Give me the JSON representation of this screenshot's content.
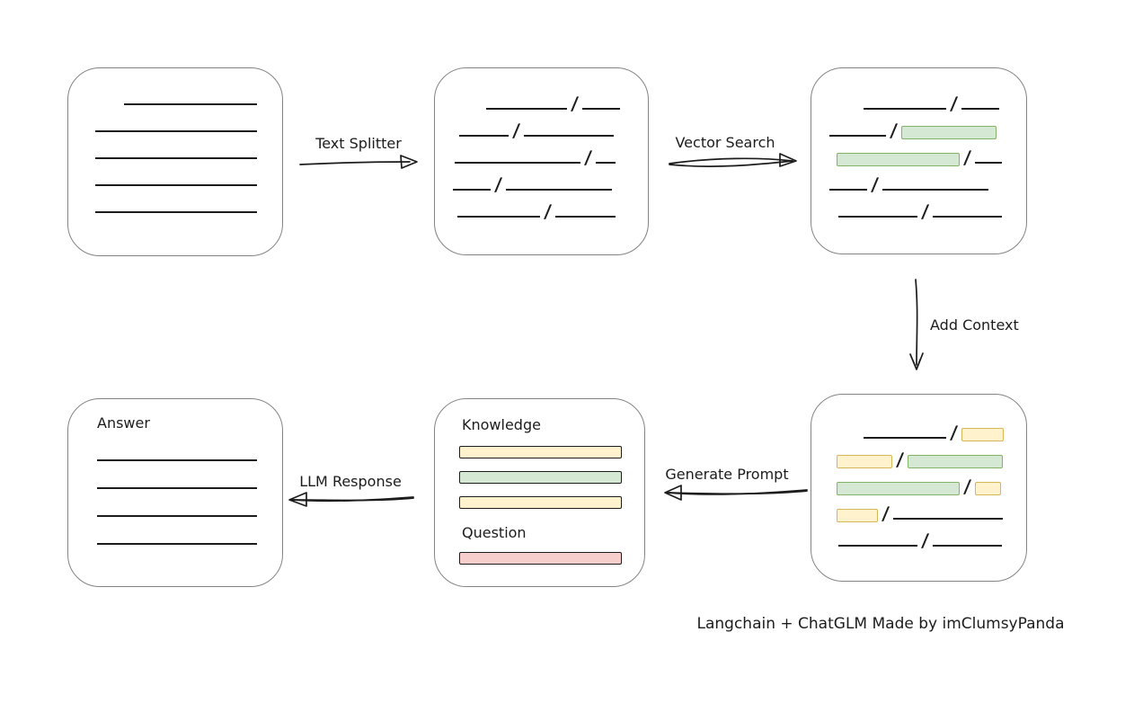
{
  "title": "Langchain + ChatGLM workflow diagram",
  "colors": {
    "line": "#1c1c1c",
    "box_border": "#848484",
    "green_fill": "#d5e8d4",
    "green_border": "#82b366",
    "yellow_fill": "#fff2cc",
    "yellow_border": "#d6b656",
    "red_fill": "#f8cecc",
    "red_border": "#b85450"
  },
  "arrows": {
    "text_splitter": {
      "label": "Text Splitter",
      "direction": "right"
    },
    "vector_search": {
      "label": "Vector Search",
      "direction": "right"
    },
    "add_context": {
      "label": "Add Context",
      "direction": "down"
    },
    "generate_prompt": {
      "label": "Generate Prompt",
      "direction": "left"
    },
    "llm_response": {
      "label": "LLM Response",
      "direction": "left"
    }
  },
  "boxes": {
    "prompt": {
      "knowledge_label": "Knowledge",
      "question_label": "Question"
    },
    "answer": {
      "title": "Answer"
    }
  },
  "footer": {
    "credit": "Langchain + ChatGLM Made by imClumsyPanda"
  },
  "diagram_rows": {
    "source_document": [
      [
        {
          "t": "line",
          "w": 148,
          "ml": 62
        }
      ],
      [
        {
          "t": "line",
          "w": 180,
          "ml": 30
        }
      ],
      [
        {
          "t": "line",
          "w": 180,
          "ml": 30
        }
      ],
      [
        {
          "t": "line",
          "w": 180,
          "ml": 30
        }
      ],
      [
        {
          "t": "line",
          "w": 180,
          "ml": 30
        }
      ]
    ],
    "split_chunks": [
      [
        {
          "t": "line",
          "w": 90,
          "ml": 57
        },
        {
          "t": "slash"
        },
        {
          "t": "line",
          "w": 42
        }
      ],
      [
        {
          "t": "line",
          "w": 55,
          "ml": 27
        },
        {
          "t": "slash"
        },
        {
          "t": "line",
          "w": 100
        }
      ],
      [
        {
          "t": "line",
          "w": 140,
          "ml": 22
        },
        {
          "t": "slash"
        },
        {
          "t": "line",
          "w": 22
        }
      ],
      [
        {
          "t": "line",
          "w": 42,
          "ml": 20
        },
        {
          "t": "slash"
        },
        {
          "t": "line",
          "w": 118
        }
      ],
      [
        {
          "t": "line",
          "w": 92,
          "ml": 25
        },
        {
          "t": "slash"
        },
        {
          "t": "line",
          "w": 67
        }
      ]
    ],
    "matched_chunks": [
      [
        {
          "t": "line",
          "w": 92,
          "ml": 58
        },
        {
          "t": "slash"
        },
        {
          "t": "line",
          "w": 42
        }
      ],
      [
        {
          "t": "line",
          "w": 63,
          "ml": 20
        },
        {
          "t": "slash"
        },
        {
          "t": "chip",
          "c": "green",
          "w": 104
        }
      ],
      [
        {
          "t": "chip",
          "c": "green",
          "w": 135,
          "ml": 28
        },
        {
          "t": "slash"
        },
        {
          "t": "line",
          "w": 30
        }
      ],
      [
        {
          "t": "line",
          "w": 42,
          "ml": 20
        },
        {
          "t": "slash"
        },
        {
          "t": "line",
          "w": 118
        }
      ],
      [
        {
          "t": "line",
          "w": 88,
          "ml": 30
        },
        {
          "t": "slash"
        },
        {
          "t": "line",
          "w": 77
        }
      ]
    ],
    "context_chunks": [
      [
        {
          "t": "line",
          "w": 92,
          "ml": 58
        },
        {
          "t": "slash"
        },
        {
          "t": "chip",
          "c": "yellow",
          "w": 45
        }
      ],
      [
        {
          "t": "chip",
          "c": "yellow",
          "w": 60,
          "ml": 28
        },
        {
          "t": "slash"
        },
        {
          "t": "chip",
          "c": "green",
          "w": 104
        }
      ],
      [
        {
          "t": "chip",
          "c": "green",
          "w": 135,
          "ml": 28
        },
        {
          "t": "slash"
        },
        {
          "t": "chip",
          "c": "yellow",
          "w": 27
        }
      ],
      [
        {
          "t": "chip",
          "c": "yellow",
          "w": 44,
          "ml": 28
        },
        {
          "t": "slash"
        },
        {
          "t": "line",
          "w": 122
        }
      ],
      [
        {
          "t": "line",
          "w": 88,
          "ml": 30
        },
        {
          "t": "slash"
        },
        {
          "t": "line",
          "w": 77
        }
      ]
    ],
    "answer_lines": [
      [
        {
          "t": "line",
          "w": 178,
          "ml": 32
        }
      ],
      [
        {
          "t": "line",
          "w": 178,
          "ml": 32
        }
      ],
      [
        {
          "t": "line",
          "w": 178,
          "ml": 32
        }
      ],
      [
        {
          "t": "line",
          "w": 178,
          "ml": 32
        }
      ]
    ],
    "knowledge_bars": [
      {
        "c": "yellow"
      },
      {
        "c": "green"
      },
      {
        "c": "yellow"
      }
    ],
    "question_bars": [
      {
        "c": "red"
      }
    ]
  }
}
